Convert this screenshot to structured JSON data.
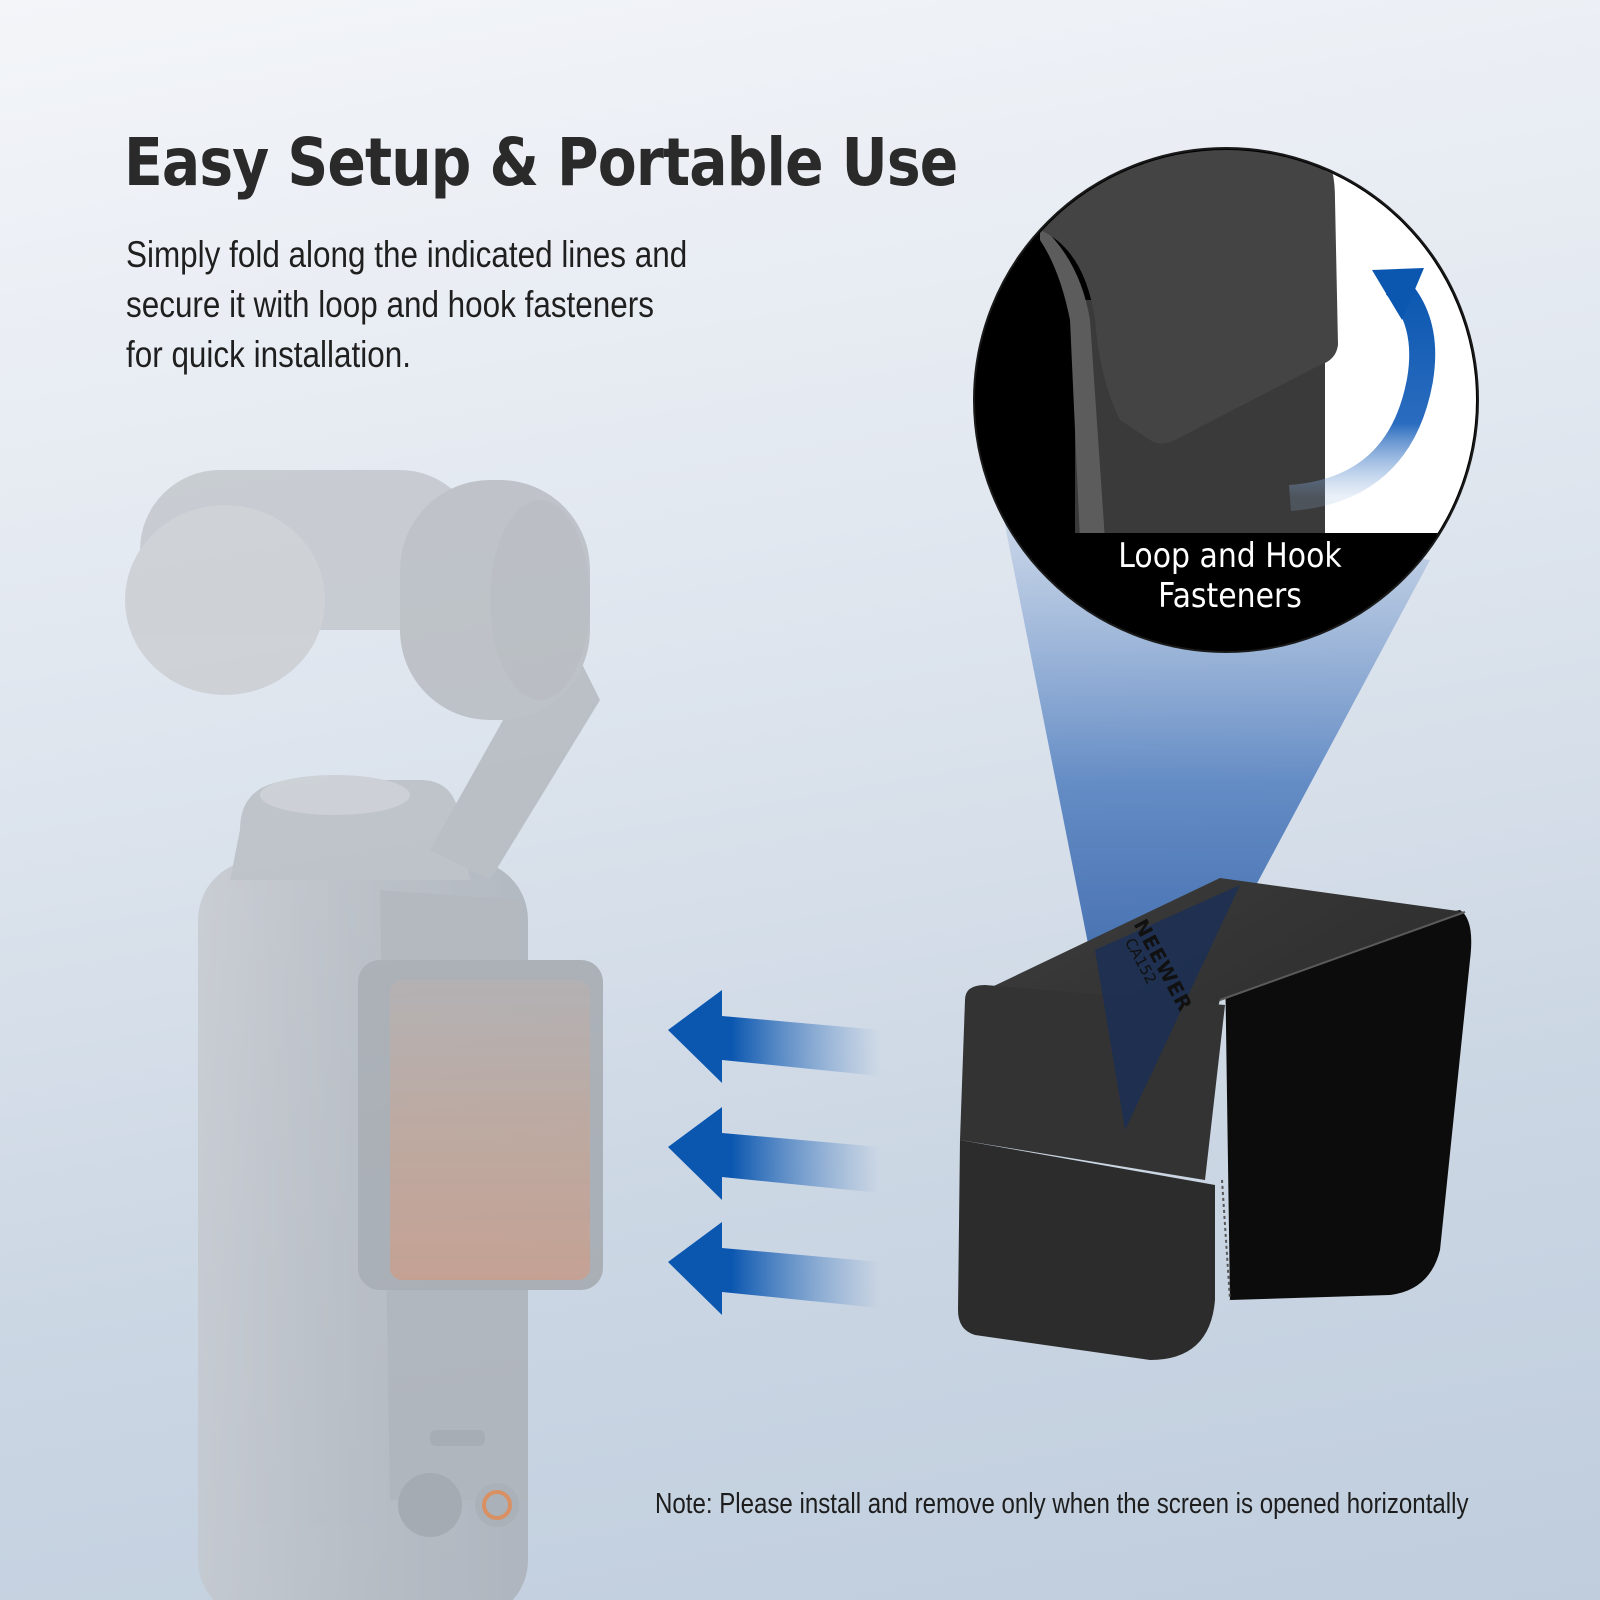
{
  "headline": "Easy Setup & Portable Use",
  "description": {
    "lines": [
      "Simply fold along the indicated lines and",
      "secure it with loop and hook fasteners",
      "for quick installation."
    ]
  },
  "callout": {
    "label_line1": "Loop and Hook",
    "label_line2": "Fasteners",
    "icon": "curved-arrow-up-icon"
  },
  "product": {
    "brand_mark": "NEEWER",
    "model": "CA152",
    "name": "screen sunshade hood"
  },
  "device": {
    "name": "handheld gimbal camera",
    "record_button_color": "#e07a3a"
  },
  "arrows": {
    "count": 3,
    "direction": "left",
    "icon": "arrow-left-icon"
  },
  "note": "Note: Please install and remove only when the screen is opened horizontally",
  "colors": {
    "accent_blue": "#0b57b0",
    "headline": "#2a2a2a",
    "hood": "#2e2e2e",
    "background_top": "#f3f5f9",
    "background_bottom": "#bfcddd"
  }
}
